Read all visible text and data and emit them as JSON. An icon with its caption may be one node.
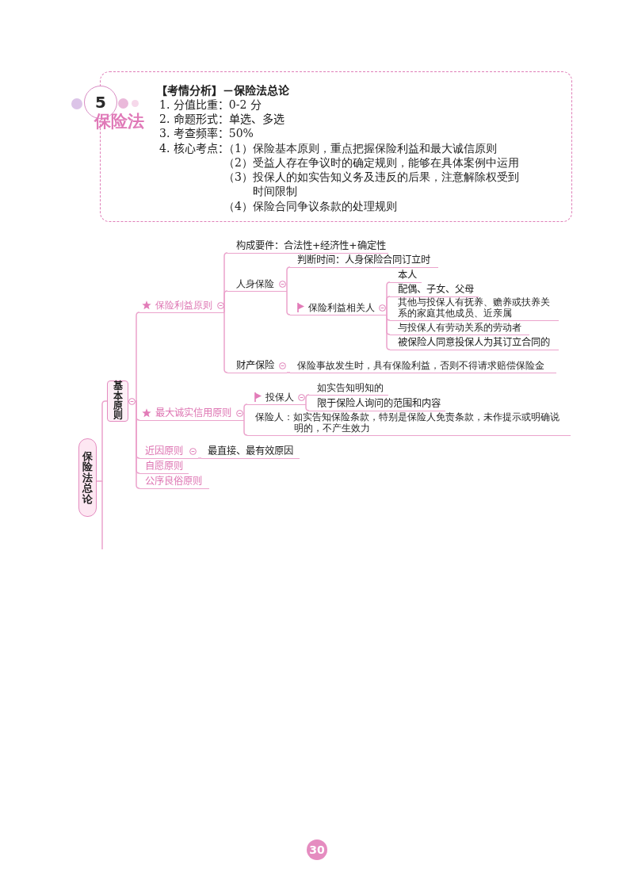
{
  "diagram": {
    "nodes": [
      {
        "text": [
          "【考情分析】－保险法总论",
          "1. 分值比重：0-2 分",
          "2. 命题形式：单选、多选",
          "3. 考查频率：50%",
          "4. 核心考点：",
          "（1）保险基本原则，重点把握保险利益和最大诚信原则",
          "（2）受益人存在争议时的确定规则，能够在具体案例中运用",
          "（3）投保人的如实告知义务及违反的后果，注意解除权受到时间限制",
          "（4）保险合同争议条款的处理规则"
        ]
      },
      {
        "text": [
          "5"
        ],
        "beside": [
          "保险法"
        ]
      },
      {
        "text": [
          "保险法总论"
        ]
      },
      {
        "text": [
          "基本原则"
        ]
      },
      {
        "text": [
          "保险利益原则"
        ]
      },
      {
        "text": [
          "构成要件：合法性+经济性+确定性"
        ]
      },
      {
        "text": [
          "人身保险"
        ]
      },
      {
        "text": [
          "判断时间：人身保险合同订立时"
        ]
      },
      {
        "text": [
          "保险利益相关人"
        ]
      },
      {
        "text": [
          "本人"
        ]
      },
      {
        "text": [
          "配偶、子女、父母"
        ]
      },
      {
        "text": [
          "其他与投保人有抚养、赡养或扶养关系的家庭其他成员、近亲属"
        ]
      },
      {
        "text": [
          "与投保人有劳动关系的劳动者"
        ]
      },
      {
        "text": [
          "被保险人同意投保人为其订立合同的"
        ]
      },
      {
        "text": [
          "财产保险"
        ]
      },
      {
        "text": [
          "保险事故发生时，具有保险利益，否则不得请求赔偿保险金"
        ]
      },
      {
        "text": [
          "最大诚实信用原则"
        ]
      },
      {
        "text": [
          "投保人"
        ]
      },
      {
        "text": [
          "如实告知明知的"
        ]
      },
      {
        "text": [
          "限于保险人询问的范围和内容"
        ]
      },
      {
        "text": [
          "保险人：如实告知保险条款，特别是保险人免责条款，未作提示或明确说明的，不产生效力"
        ]
      },
      {
        "text": [
          "近因原则"
        ]
      },
      {
        "text": [
          "最直接、最有效原因"
        ]
      },
      {
        "text": [
          "自愿原则"
        ]
      },
      {
        "text": [
          "公序良俗原则"
        ]
      },
      {
        "text": [
          "30"
        ]
      }
    ],
    "edges": [
      {
        "from": 2,
        "to": 3,
        "arrow": "none"
      },
      {
        "from": 3,
        "to": 4,
        "arrow": "none"
      },
      {
        "from": 3,
        "to": 16,
        "arrow": "none"
      },
      {
        "from": 3,
        "to": 21,
        "arrow": "none"
      },
      {
        "from": 3,
        "to": 23,
        "arrow": "none"
      },
      {
        "from": 3,
        "to": 24,
        "arrow": "none"
      },
      {
        "from": 4,
        "to": 5,
        "arrow": "none"
      },
      {
        "from": 4,
        "to": 6,
        "arrow": "none"
      },
      {
        "from": 4,
        "to": 14,
        "arrow": "none"
      },
      {
        "from": 6,
        "to": 7,
        "arrow": "none"
      },
      {
        "from": 6,
        "to": 8,
        "arrow": "none"
      },
      {
        "from": 8,
        "to": 9,
        "arrow": "none"
      },
      {
        "from": 8,
        "to": 10,
        "arrow": "none"
      },
      {
        "from": 8,
        "to": 11,
        "arrow": "none"
      },
      {
        "from": 8,
        "to": 12,
        "arrow": "none"
      },
      {
        "from": 8,
        "to": 13,
        "arrow": "none"
      },
      {
        "from": 14,
        "to": 15,
        "arrow": "none"
      },
      {
        "from": 16,
        "to": 17,
        "arrow": "none"
      },
      {
        "from": 16,
        "to": 20,
        "arrow": "none"
      },
      {
        "from": 17,
        "to": 18,
        "arrow": "none"
      },
      {
        "from": 17,
        "to": 19,
        "arrow": "none"
      },
      {
        "from": 21,
        "to": 22,
        "arrow": "none"
      }
    ]
  }
}
